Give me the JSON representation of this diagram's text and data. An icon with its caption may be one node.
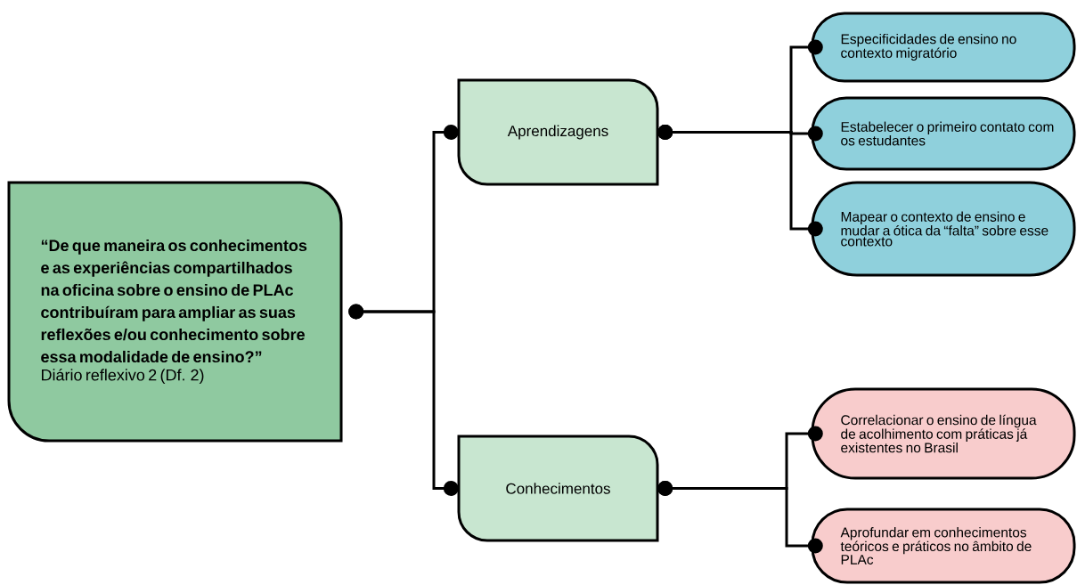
{
  "diagram": {
    "nodes": [
      {
        "text": [
          "“De que maneira os conhecimentos e as experiências compartilhados na oficina sobre o ensino de PLAc contribuíram para ampliar as suas reflexões e/ou conhecimento sobre essa modalidade de ensino?”",
          "Diário reflexivo 2 (Df. 2)"
        ]
      },
      {
        "text": [
          "Aprendizagens"
        ]
      },
      {
        "text": [
          "Conhecimentos"
        ]
      },
      {
        "text": [
          "Especificidades de ensino no contexto migratório"
        ]
      },
      {
        "text": [
          "Estabelecer o primeiro contato com os estudantes"
        ]
      },
      {
        "text": [
          "Mapear o contexto de ensino e mudar a ótica da “falta” sobre esse contexto"
        ]
      },
      {
        "text": [
          "Correlacionar o ensino de língua de acolhimento com práticas já existentes no Brasil"
        ]
      },
      {
        "text": [
          "Aprofundar em conhecimentos teóricos e práticos no âmbito de PLAc"
        ]
      }
    ],
    "edges": [
      {
        "from": 0,
        "to": 1,
        "arrow": "other"
      },
      {
        "from": 0,
        "to": 2,
        "arrow": "other"
      },
      {
        "from": 1,
        "to": 3,
        "arrow": "other"
      },
      {
        "from": 1,
        "to": 4,
        "arrow": "other"
      },
      {
        "from": 1,
        "to": 5,
        "arrow": "other"
      },
      {
        "from": 2,
        "to": 6,
        "arrow": "other"
      },
      {
        "from": 2,
        "to": 7,
        "arrow": "other"
      }
    ]
  }
}
